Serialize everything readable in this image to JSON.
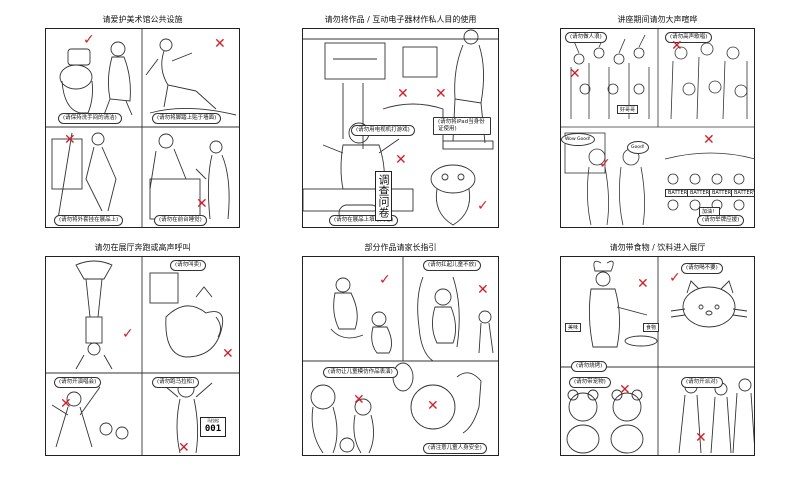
{
  "colors": {
    "mark": "#d11f2a",
    "line": "#222222"
  },
  "panels": [
    {
      "title": "请爱护美术馆公共设施",
      "captions": [
        "(请保持洗手间的清洁)",
        "(请勿将脚踏上贴于墙面)",
        "(请勿将外套挂在展品上)",
        "(请勿在前台睡觉)"
      ]
    },
    {
      "title": "请勿将作品 / 互动电子器材作私人目的使用",
      "captions": [
        "(请勿用电视机打游戏)",
        "(请勿将iPad当身份证使用)",
        "(请勿在展品上填写问卷)"
      ],
      "sign_text": "调查问卷"
    },
    {
      "title": "讲座期间请勿大声喧哗",
      "captions": [
        "(请勿做人浪)",
        "(请勿高声歌唱)",
        "(请勿举牌应援)"
      ],
      "bubbles": [
        "Wow Good!",
        "Good!"
      ],
      "signs": [
        "好哥哥",
        "BATTERY",
        "BATTERY",
        "BATTERY",
        "BATTERY",
        "加油！"
      ]
    },
    {
      "title": "请勿在展厅奔跑或高声呼叫",
      "captions": [
        "(请勿叫卖)",
        "(请勿开演唱会)",
        "(请勿跑马拉松)"
      ],
      "bib": {
        "label": "马拉松",
        "number": "001"
      }
    },
    {
      "title": "部分作品请家长指引",
      "captions": [
        "(请勿扛起儿童不放)",
        "(请勿让儿童模仿作品表演)",
        "(请注意儿童人身安全)"
      ]
    },
    {
      "title": "请勿带食物 / 饮料进入展厅",
      "captions": [
        "(请勿烧烤)",
        "(请勿带宠物)",
        "(请勿喝不要)",
        "(请勿开派对)"
      ],
      "signs": [
        "美味",
        "食物"
      ]
    }
  ],
  "icons": [
    "x-icon",
    "check-icon"
  ]
}
